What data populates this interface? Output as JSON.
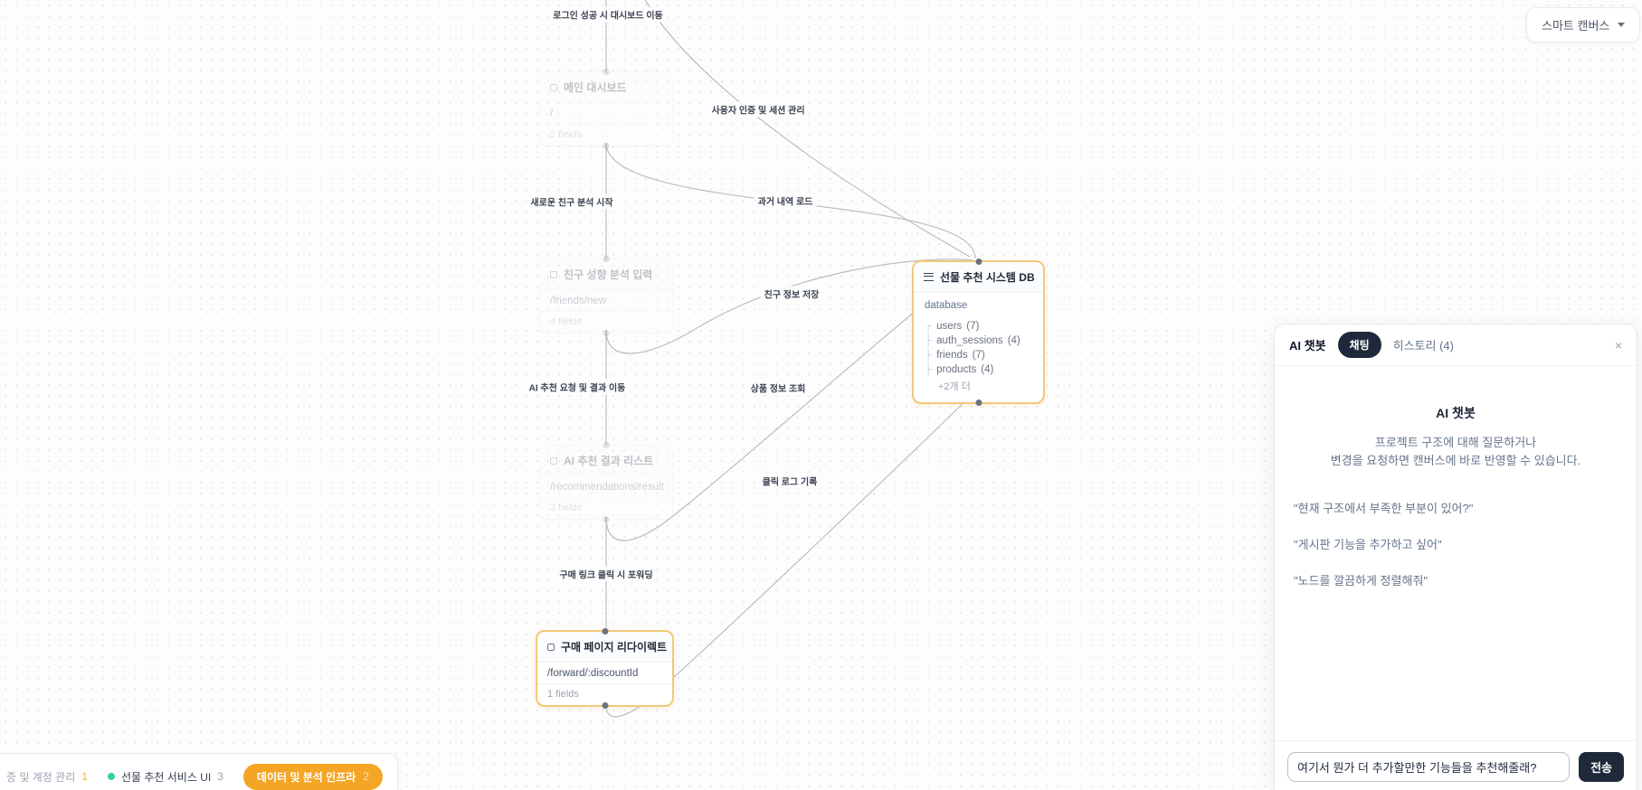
{
  "toolbar": {
    "canvas_mode_label": "스마트 캔버스"
  },
  "canvas": {
    "nodes": [
      {
        "title": "메인 대시보드",
        "path": "/",
        "fields": "2 fields"
      },
      {
        "title": "친구 성향 분석 입력",
        "path": "/friends/new",
        "fields": "4 fields"
      },
      {
        "title": "AI 추천 결과 리스트",
        "path": "/recommendations/result",
        "fields": "3 fields"
      },
      {
        "title": "구매 페이지 리다이렉트",
        "path": "/forward/:discountId",
        "fields": "1 fields"
      },
      {
        "title": "선물 추천 시스템 DB",
        "subtitle": "database",
        "tables": [
          {
            "prefix": "┌",
            "name": "users",
            "count": "(7)"
          },
          {
            "prefix": "├",
            "name": "auth_sessions",
            "count": "(4)"
          },
          {
            "prefix": "├",
            "name": "friends",
            "count": "(7)"
          },
          {
            "prefix": "├",
            "name": "products",
            "count": "(4)"
          }
        ],
        "more": "+2개 더"
      }
    ],
    "edge_labels": [
      {
        "text": "로그인 성공 시 대시보드 이동"
      },
      {
        "text": "사용자 인증 및 세션 관리"
      },
      {
        "text": "새로운 친구 분석 시작"
      },
      {
        "text": "과거 내역 로드"
      },
      {
        "text": "친구 정보 저장"
      },
      {
        "text": "AI 추천 요청 및 결과 이동"
      },
      {
        "text": "상품 정보 조회"
      },
      {
        "text": "구매 링크 클릭 시 포워딩"
      },
      {
        "text": "클릭 로그 기록"
      }
    ]
  },
  "chat_panel": {
    "title": "AI 챗봇",
    "tabs": {
      "chat": "채팅",
      "history": "히스토리 (4)"
    },
    "close_label": "×",
    "empty_state": {
      "heading": "AI 챗봇",
      "description_line1": "프로젝트 구조에 대해 질문하거나",
      "description_line2": "변경을 요청하면 캔버스에 바로 반영할 수 있습니다.",
      "suggestions": [
        "\"현재 구조에서 부족한 부분이 있어?\"",
        "\"게시판 기능을 추가하고 싶어\"",
        "\"노드를 깔끔하게 정렬해줘\""
      ]
    },
    "input": {
      "value": "여기서 뭔가 더 추가할만한 기능들을 추천해줄래?",
      "send_label": "전송"
    }
  },
  "footer": {
    "groups": [
      {
        "label": "증 및 계정 관리",
        "count": "1"
      },
      {
        "label": "선물 추천 서비스 UI",
        "count": "3"
      },
      {
        "label": "데이터 및 분석 인프라",
        "count": "2"
      }
    ]
  },
  "colors": {
    "accent_amber": "#F5A524",
    "node_highlight_border": "#F3C878",
    "teal_dot": "#34D399",
    "dark_navy": "#1E293B"
  }
}
